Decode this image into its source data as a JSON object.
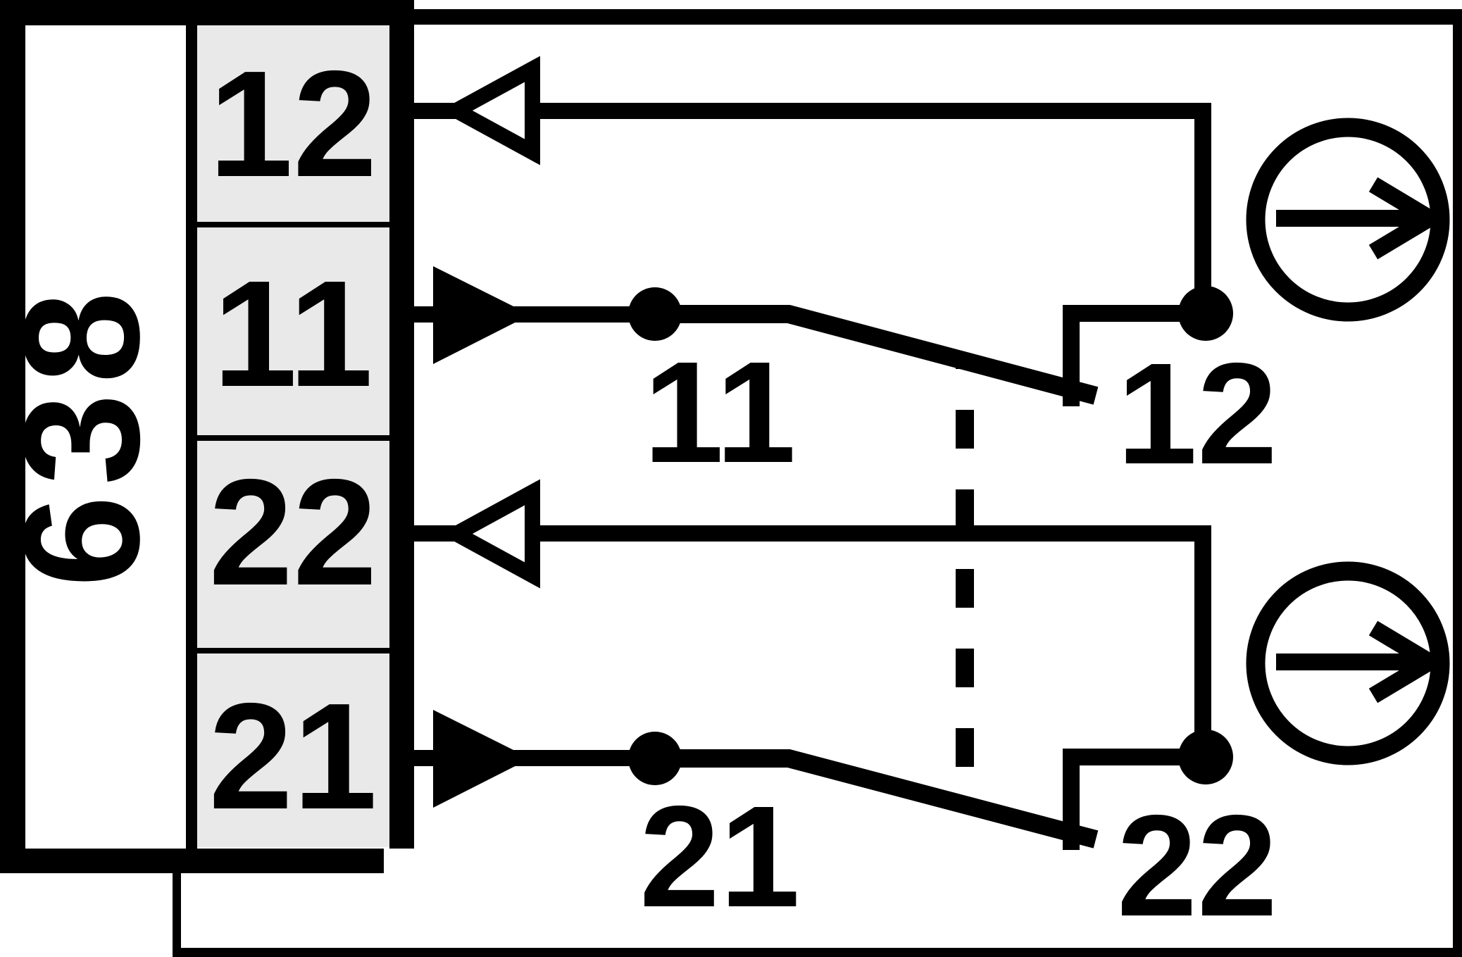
{
  "module": {
    "model": "638"
  },
  "terminal_strip": {
    "cells": [
      "12",
      "11",
      "22",
      "21"
    ]
  },
  "contacts": [
    {
      "pivot_label": "11",
      "fixed_label": "12"
    },
    {
      "pivot_label": "21",
      "fixed_label": "22"
    }
  ],
  "symbols": {
    "filled_arrow": "input-direction-arrow",
    "hollow_arrow": "output-direction-arrow",
    "circle_arrow": "actuator-direction",
    "dashed_line": "mechanical-link",
    "dot": "connection-node"
  },
  "colors": {
    "line": "#000000",
    "terminal_cell_bg": "#e9e9e9",
    "background": "#ffffff"
  }
}
